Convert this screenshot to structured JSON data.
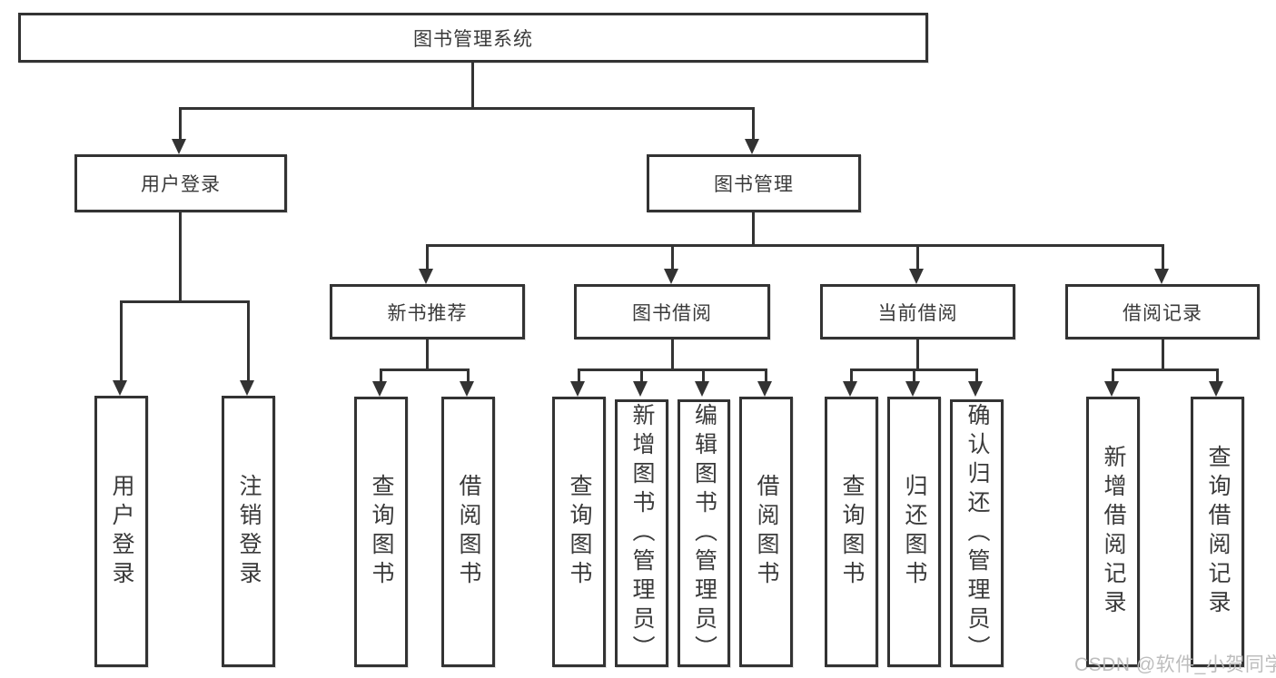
{
  "tree": {
    "root": {
      "label": "图书管理系统",
      "children": [
        {
          "label": "用户登录",
          "children": [
            {
              "label": "用户登录"
            },
            {
              "label": "注销登录"
            }
          ]
        },
        {
          "label": "图书管理",
          "children": [
            {
              "label": "新书推荐",
              "children": [
                {
                  "label": "查询图书"
                },
                {
                  "label": "借阅图书"
                }
              ]
            },
            {
              "label": "图书借阅",
              "children": [
                {
                  "label": "查询图书"
                },
                {
                  "label": "新增图书（管理员）"
                },
                {
                  "label": "编辑图书（管理员）"
                },
                {
                  "label": "借阅图书"
                }
              ]
            },
            {
              "label": "当前借阅",
              "children": [
                {
                  "label": "查询图书"
                },
                {
                  "label": "归还图书"
                },
                {
                  "label": "确认归还（管理员）"
                }
              ]
            },
            {
              "label": "借阅记录",
              "children": [
                {
                  "label": "新增借阅记录"
                },
                {
                  "label": "查询借阅记录"
                }
              ]
            }
          ]
        }
      ]
    }
  },
  "watermark": {
    "text": "CSDN @软件_小贺同学"
  },
  "colors": {
    "line": "#333333",
    "box_border": "#333333",
    "text": "#3a3a3a",
    "watermark": "#b9b9b9",
    "background": "#ffffff"
  }
}
